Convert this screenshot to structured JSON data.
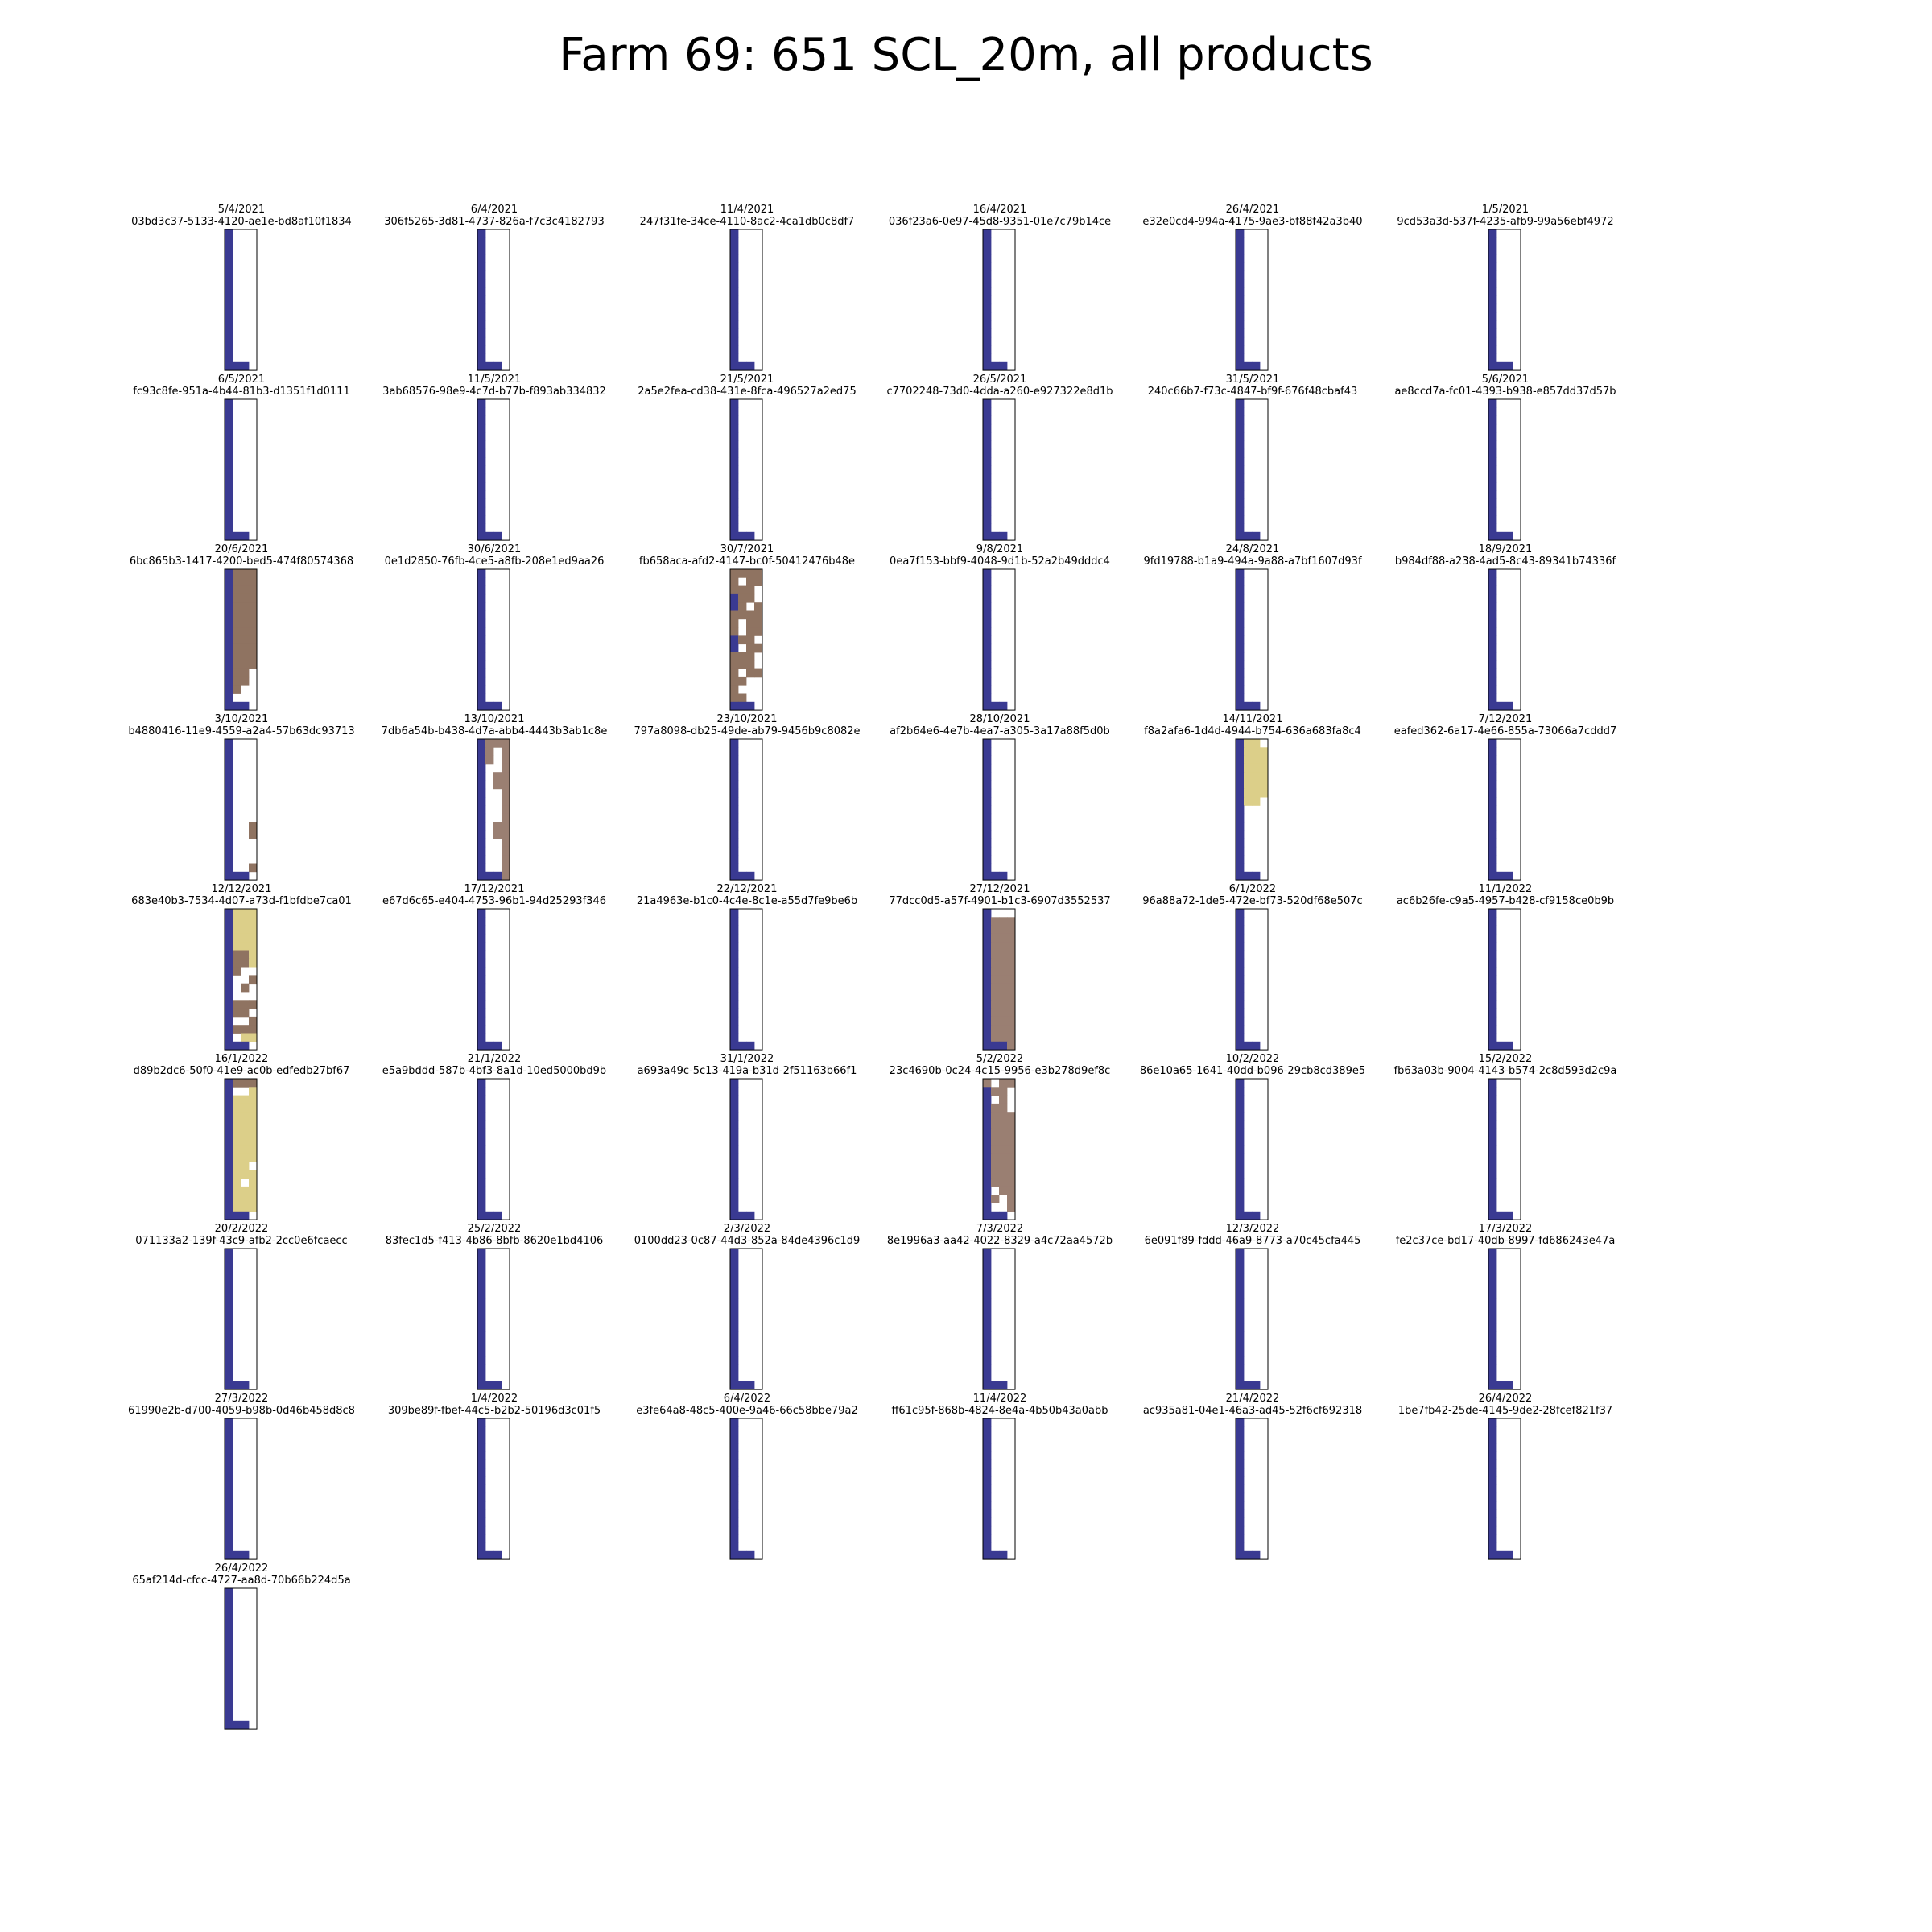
{
  "title": "Farm 69: 651 SCL_20m, all products",
  "chart_data": {
    "type": "heatmap",
    "title": "Farm 69: 651 SCL_20m, all products",
    "grid": {
      "rows": 17,
      "cols": 4,
      "columns_per_row": 6
    },
    "colors": {
      "0": "#ffffff",
      "1": "#3a3a92",
      "2": "#8f7361",
      "3": "#9a7f72",
      "4": "#dccf89"
    },
    "panels": [
      {
        "date": "5/4/2021",
        "id": "03bd3c37-5133-4120-ae1e-bd8af10f1834",
        "pattern": "base"
      },
      {
        "date": "6/4/2021",
        "id": "306f5265-3d81-4737-826a-f7c3c4182793",
        "pattern": "base"
      },
      {
        "date": "11/4/2021",
        "id": "247f31fe-34ce-4110-8ac2-4ca1db0c8df7",
        "pattern": "base"
      },
      {
        "date": "16/4/2021",
        "id": "036f23a6-0e97-45d8-9351-01e7c79b14ce",
        "pattern": "base"
      },
      {
        "date": "26/4/2021",
        "id": "e32e0cd4-994a-4175-9ae3-bf88f42a3b40",
        "pattern": "base"
      },
      {
        "date": "1/5/2021",
        "id": "9cd53a3d-537f-4235-afb9-99a56ebf4972",
        "pattern": "base"
      },
      {
        "date": "6/5/2021",
        "id": "fc93c8fe-951a-4b44-81b3-d1351f1d0111",
        "pattern": "base"
      },
      {
        "date": "11/5/2021",
        "id": "3ab68576-98e9-4c7d-b77b-f893ab334832",
        "pattern": "base"
      },
      {
        "date": "21/5/2021",
        "id": "2a5e2fea-cd38-431e-8fca-496527a2ed75",
        "pattern": "base"
      },
      {
        "date": "26/5/2021",
        "id": "c7702248-73d0-4dda-a260-e927322e8d1b",
        "pattern": "base"
      },
      {
        "date": "31/5/2021",
        "id": "240c66b7-f73c-4847-bf9f-676f48cbaf43",
        "pattern": "base"
      },
      {
        "date": "5/6/2021",
        "id": "ae8ccd7a-fc01-4393-b938-e857dd37d57b",
        "pattern": "base"
      },
      {
        "date": "20/6/2021",
        "id": "6bc865b3-1417-4200-bed5-474f80574368",
        "pattern": "brownfill"
      },
      {
        "date": "30/6/2021",
        "id": "0e1d2850-76fb-4ce5-a8fb-208e1ed9aa26",
        "pattern": "base"
      },
      {
        "date": "30/7/2021",
        "id": "fb658aca-afd2-4147-bc0f-50412476b48e",
        "pattern": "brownpatchy"
      },
      {
        "date": "9/8/2021",
        "id": "0ea7f153-bbf9-4048-9d1b-52a2b49dddc4",
        "pattern": "base"
      },
      {
        "date": "24/8/2021",
        "id": "9fd19788-b1a9-494a-9a88-a7bf1607d93f",
        "pattern": "base"
      },
      {
        "date": "18/9/2021",
        "id": "b984df88-a238-4ad5-8c43-89341b74336f",
        "pattern": "base"
      },
      {
        "date": "3/10/2021",
        "id": "b4880416-11e9-4559-a2a4-57b63dc93713",
        "pattern": "brownspots"
      },
      {
        "date": "13/10/2021",
        "id": "7db6a54b-b438-4d7a-abb4-4443b3ab1c8e",
        "pattern": "brownborder"
      },
      {
        "date": "23/10/2021",
        "id": "797a8098-db25-49de-ab79-9456b9c8082e",
        "pattern": "base"
      },
      {
        "date": "28/10/2021",
        "id": "af2b64e6-4e7b-4ea7-a305-3a17a88f5d0b",
        "pattern": "base"
      },
      {
        "date": "14/11/2021",
        "id": "f8a2afa6-1d4d-4944-b754-636a683fa8c4",
        "pattern": "yellowtop"
      },
      {
        "date": "7/12/2021",
        "id": "eafed362-6a17-4e66-855a-73066a7cddd7",
        "pattern": "base"
      },
      {
        "date": "12/12/2021",
        "id": "683e40b3-7534-4d07-a73d-f1bfdbe7ca01",
        "pattern": "yellowbrown"
      },
      {
        "date": "17/12/2021",
        "id": "e67d6c65-e404-4753-96b1-94d25293f346",
        "pattern": "base"
      },
      {
        "date": "22/12/2021",
        "id": "21a4963e-b1c0-4c4e-8c1e-a55d7fe9be6b",
        "pattern": "base"
      },
      {
        "date": "27/12/2021",
        "id": "77dcc0d5-a57f-4901-b1c3-6907d3552537",
        "pattern": "brownfull"
      },
      {
        "date": "6/1/2022",
        "id": "96a88a72-1de5-472e-bf73-520df68e507c",
        "pattern": "base"
      },
      {
        "date": "11/1/2022",
        "id": "ac6b26fe-c9a5-4957-b428-cf9158ce0b9b",
        "pattern": "base"
      },
      {
        "date": "16/1/2022",
        "id": "d89b2dc6-50f0-41e9-ac0b-edfedb27bf67",
        "pattern": "yellowfill"
      },
      {
        "date": "21/1/2022",
        "id": "e5a9bddd-587b-4bf3-8a1d-10ed5000bd9b",
        "pattern": "base"
      },
      {
        "date": "31/1/2022",
        "id": "a693a49c-5c13-419a-b31d-2f51163b66f1",
        "pattern": "base"
      },
      {
        "date": "5/2/2022",
        "id": "23c4690b-0c24-4c15-9956-e3b278d9ef8c",
        "pattern": "brownholes"
      },
      {
        "date": "10/2/2022",
        "id": "86e10a65-1641-40dd-b096-29cb8cd389e5",
        "pattern": "base"
      },
      {
        "date": "15/2/2022",
        "id": "fb63a03b-9004-4143-b574-2c8d593d2c9a",
        "pattern": "base"
      },
      {
        "date": "20/2/2022",
        "id": "071133a2-139f-43c9-afb2-2cc0e6fcaecc",
        "pattern": "base"
      },
      {
        "date": "25/2/2022",
        "id": "83fec1d5-f413-4b86-8bfb-8620e1bd4106",
        "pattern": "base"
      },
      {
        "date": "2/3/2022",
        "id": "0100dd23-0c87-44d3-852a-84de4396c1d9",
        "pattern": "base"
      },
      {
        "date": "7/3/2022",
        "id": "8e1996a3-aa42-4022-8329-a4c72aa4572b",
        "pattern": "base"
      },
      {
        "date": "12/3/2022",
        "id": "6e091f89-fddd-46a9-8773-a70c45cfa445",
        "pattern": "base"
      },
      {
        "date": "17/3/2022",
        "id": "fe2c37ce-bd17-40db-8997-fd686243e47a",
        "pattern": "base"
      },
      {
        "date": "27/3/2022",
        "id": "61990e2b-d700-4059-b98b-0d46b458d8c8",
        "pattern": "base"
      },
      {
        "date": "1/4/2022",
        "id": "309be89f-fbef-44c5-b2b2-50196d3c01f5",
        "pattern": "base"
      },
      {
        "date": "6/4/2022",
        "id": "e3fe64a8-48c5-400e-9a46-66c58bbe79a2",
        "pattern": "base"
      },
      {
        "date": "11/4/2022",
        "id": "ff61c95f-868b-4824-8e4a-4b50b43a0abb",
        "pattern": "base"
      },
      {
        "date": "21/4/2022",
        "id": "ac935a81-04e1-46a3-ad45-52f6cf692318",
        "pattern": "base"
      },
      {
        "date": "26/4/2022",
        "id": "1be7fb42-25de-4145-9de2-28fcef821f37",
        "pattern": "base"
      },
      {
        "date": "26/4/2022",
        "id": "65af214d-cfcc-4727-aa8d-70b66b224d5a",
        "pattern": "base"
      }
    ]
  }
}
